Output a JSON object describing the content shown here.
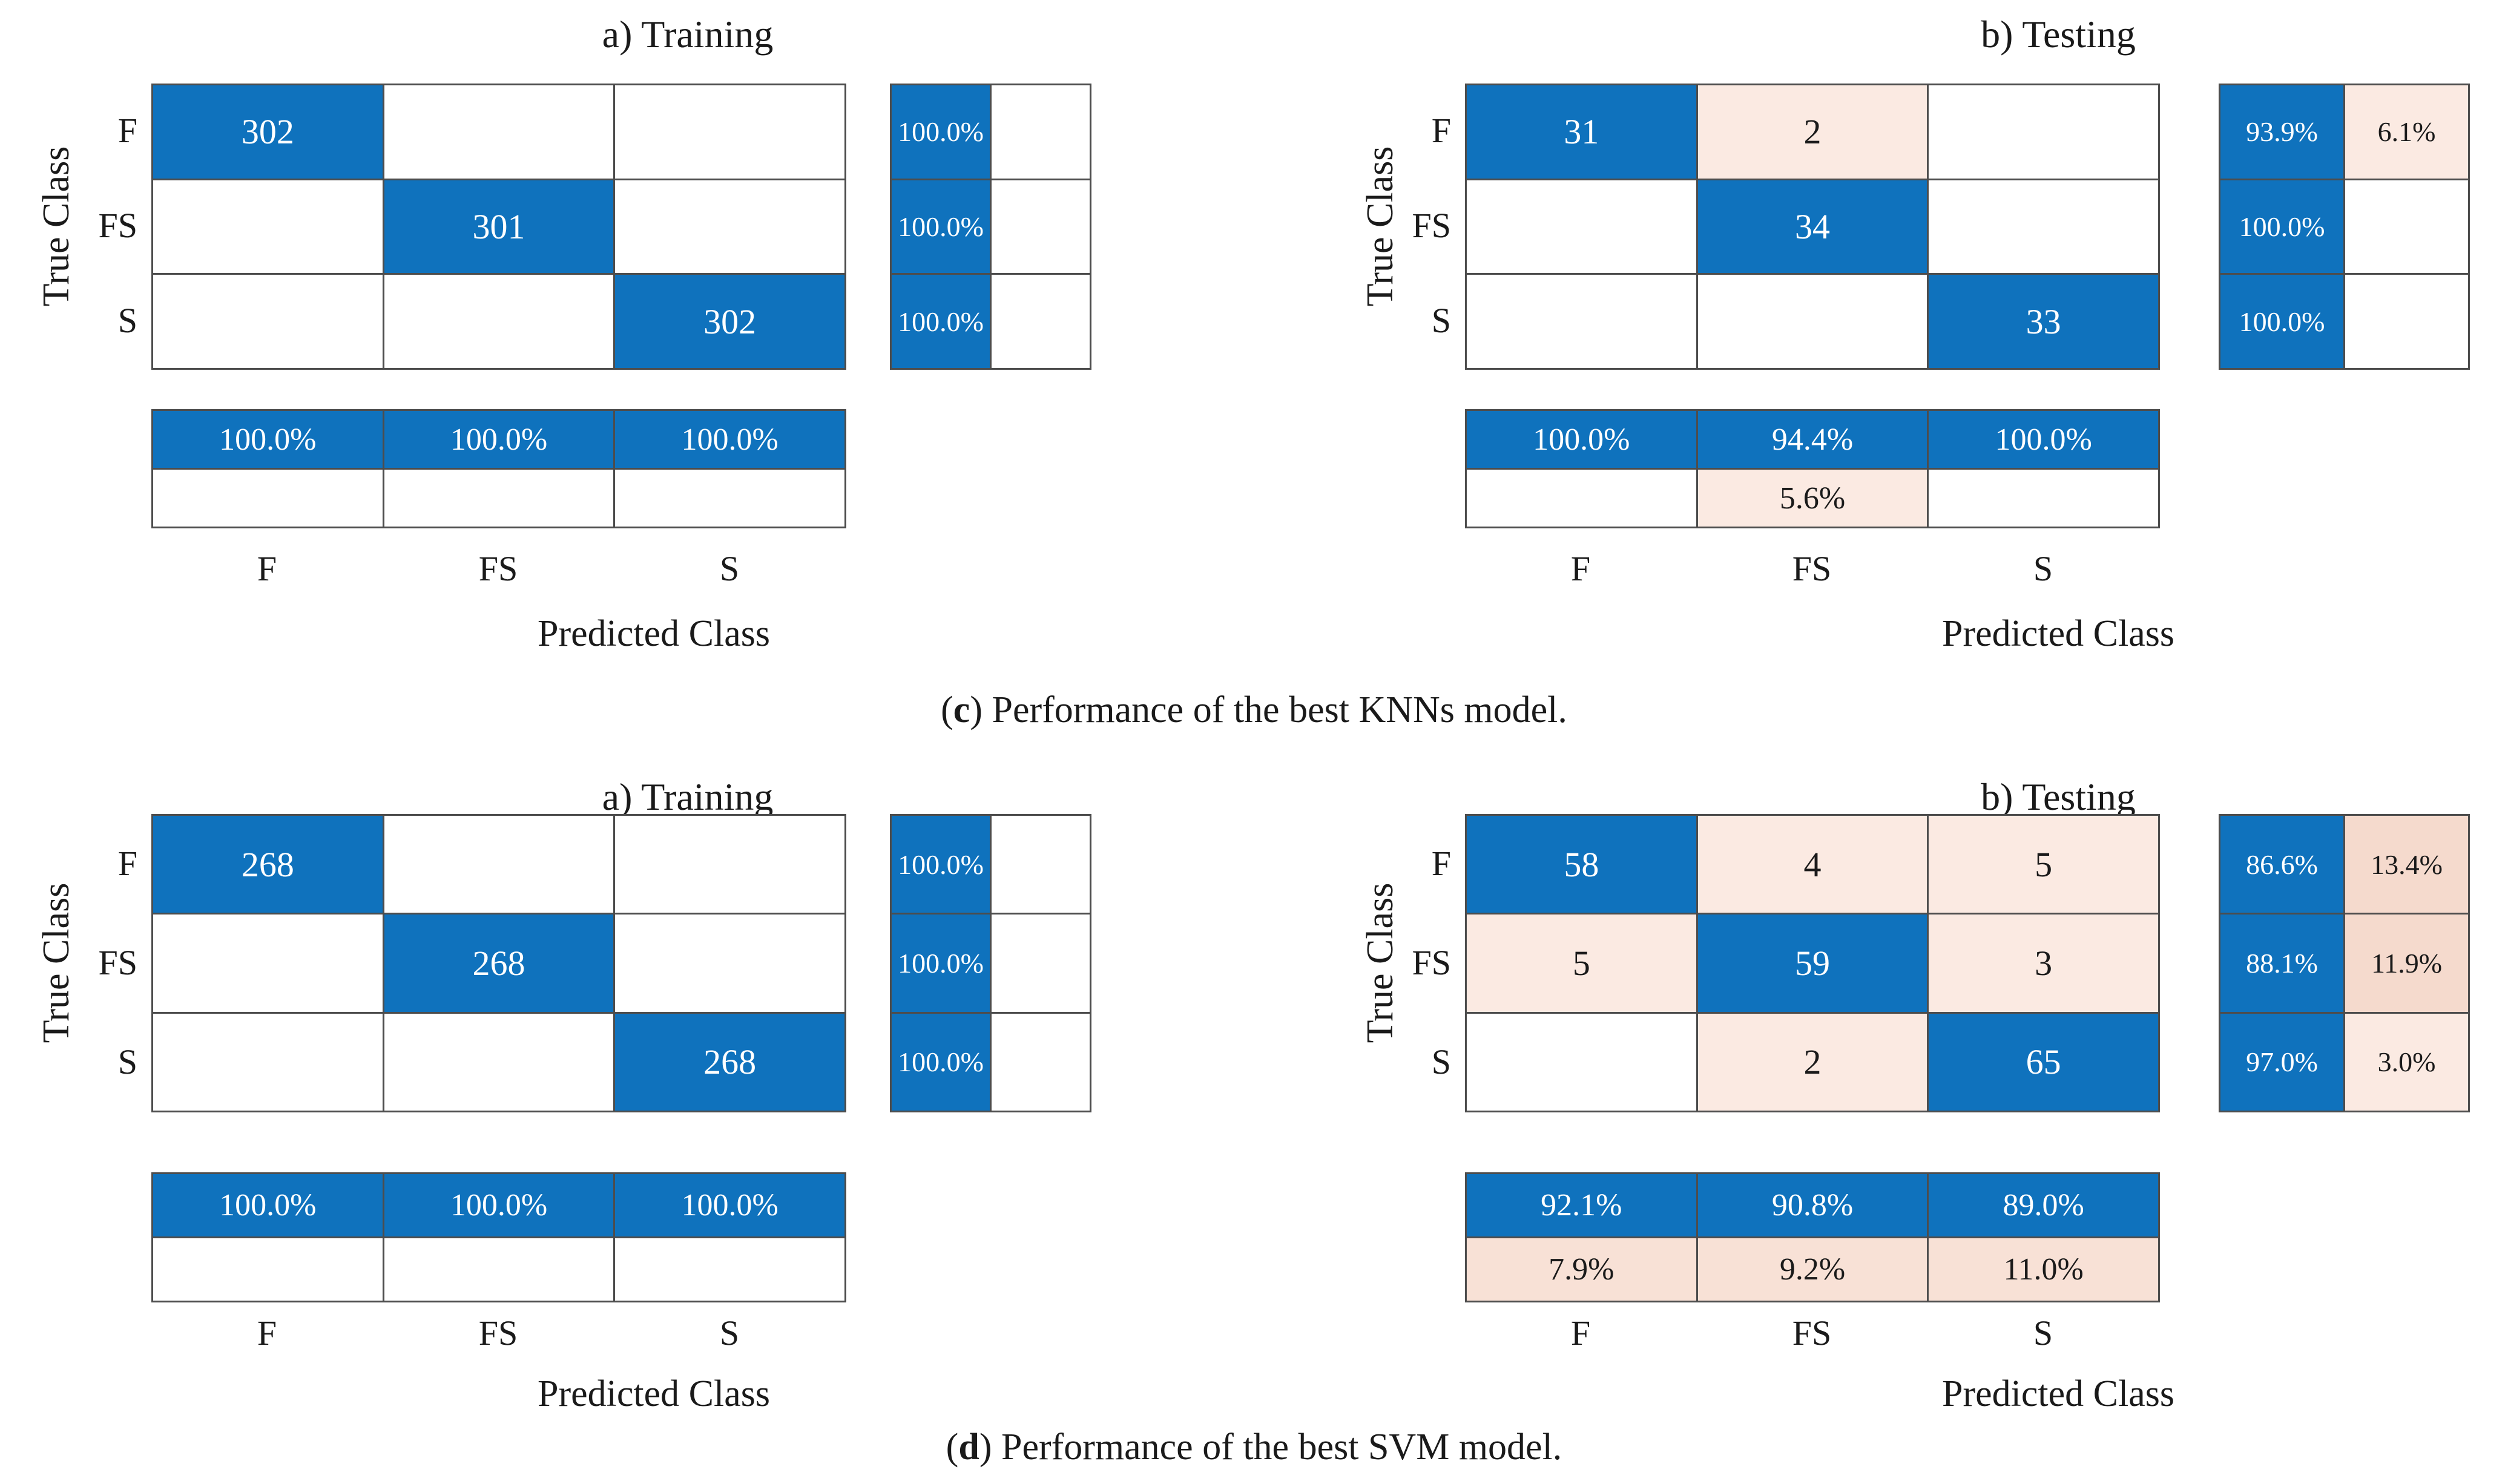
{
  "palette": {
    "blue": "#0F72BD",
    "white": "#FFFFFF",
    "p1": "#FBEAE2",
    "p2": "#F8E1D6",
    "p3": "#F5DACD",
    "border": "#4d4d4d",
    "text_dark": "#1a1a1a",
    "text_light": "#FFFFFF"
  },
  "axis": {
    "true_class": "True Class",
    "predicted_class": "Predicted Class",
    "classes": [
      "F",
      "FS",
      "S"
    ]
  },
  "sections": [
    {
      "caption": {
        "open": "(",
        "letter": "c",
        "close": ") ",
        "text": "Performance of the best KNNs model."
      },
      "training": {
        "title": "a) Training",
        "matrix": [
          [
            {
              "t": "302",
              "bg": "blue"
            },
            {
              "t": "",
              "bg": "white"
            },
            {
              "t": "",
              "bg": "white"
            }
          ],
          [
            {
              "t": "",
              "bg": "white"
            },
            {
              "t": "301",
              "bg": "blue"
            },
            {
              "t": "",
              "bg": "white"
            }
          ],
          [
            {
              "t": "",
              "bg": "white"
            },
            {
              "t": "",
              "bg": "white"
            },
            {
              "t": "302",
              "bg": "blue"
            }
          ]
        ],
        "right_summary": [
          [
            {
              "t": "100.0%",
              "bg": "blue"
            },
            {
              "t": "",
              "bg": "white"
            }
          ],
          [
            {
              "t": "100.0%",
              "bg": "blue"
            },
            {
              "t": "",
              "bg": "white"
            }
          ],
          [
            {
              "t": "100.0%",
              "bg": "blue"
            },
            {
              "t": "",
              "bg": "white"
            }
          ]
        ],
        "bottom_summary": [
          [
            {
              "t": "100.0%",
              "bg": "blue"
            },
            {
              "t": "100.0%",
              "bg": "blue"
            },
            {
              "t": "100.0%",
              "bg": "blue"
            }
          ],
          [
            {
              "t": "",
              "bg": "white"
            },
            {
              "t": "",
              "bg": "white"
            },
            {
              "t": "",
              "bg": "white"
            }
          ]
        ]
      },
      "testing": {
        "title": "b) Testing",
        "matrix": [
          [
            {
              "t": "31",
              "bg": "blue"
            },
            {
              "t": "2",
              "bg": "p1"
            },
            {
              "t": "",
              "bg": "white"
            }
          ],
          [
            {
              "t": "",
              "bg": "white"
            },
            {
              "t": "34",
              "bg": "blue"
            },
            {
              "t": "",
              "bg": "white"
            }
          ],
          [
            {
              "t": "",
              "bg": "white"
            },
            {
              "t": "",
              "bg": "white"
            },
            {
              "t": "33",
              "bg": "blue"
            }
          ]
        ],
        "right_summary": [
          [
            {
              "t": "93.9%",
              "bg": "blue"
            },
            {
              "t": "6.1%",
              "bg": "p1"
            }
          ],
          [
            {
              "t": "100.0%",
              "bg": "blue"
            },
            {
              "t": "",
              "bg": "white"
            }
          ],
          [
            {
              "t": "100.0%",
              "bg": "blue"
            },
            {
              "t": "",
              "bg": "white"
            }
          ]
        ],
        "bottom_summary": [
          [
            {
              "t": "100.0%",
              "bg": "blue"
            },
            {
              "t": "94.4%",
              "bg": "blue"
            },
            {
              "t": "100.0%",
              "bg": "blue"
            }
          ],
          [
            {
              "t": "",
              "bg": "white"
            },
            {
              "t": "5.6%",
              "bg": "p1"
            },
            {
              "t": "",
              "bg": "white"
            }
          ]
        ]
      }
    },
    {
      "caption": {
        "open": "(",
        "letter": "d",
        "close": ") ",
        "text": "Performance of the best SVM model."
      },
      "training": {
        "title": "a) Training",
        "matrix": [
          [
            {
              "t": "268",
              "bg": "blue"
            },
            {
              "t": "",
              "bg": "white"
            },
            {
              "t": "",
              "bg": "white"
            }
          ],
          [
            {
              "t": "",
              "bg": "white"
            },
            {
              "t": "268",
              "bg": "blue"
            },
            {
              "t": "",
              "bg": "white"
            }
          ],
          [
            {
              "t": "",
              "bg": "white"
            },
            {
              "t": "",
              "bg": "white"
            },
            {
              "t": "268",
              "bg": "blue"
            }
          ]
        ],
        "right_summary": [
          [
            {
              "t": "100.0%",
              "bg": "blue"
            },
            {
              "t": "",
              "bg": "white"
            }
          ],
          [
            {
              "t": "100.0%",
              "bg": "blue"
            },
            {
              "t": "",
              "bg": "white"
            }
          ],
          [
            {
              "t": "100.0%",
              "bg": "blue"
            },
            {
              "t": "",
              "bg": "white"
            }
          ]
        ],
        "bottom_summary": [
          [
            {
              "t": "100.0%",
              "bg": "blue"
            },
            {
              "t": "100.0%",
              "bg": "blue"
            },
            {
              "t": "100.0%",
              "bg": "blue"
            }
          ],
          [
            {
              "t": "",
              "bg": "white"
            },
            {
              "t": "",
              "bg": "white"
            },
            {
              "t": "",
              "bg": "white"
            }
          ]
        ]
      },
      "testing": {
        "title": "b) Testing",
        "matrix": [
          [
            {
              "t": "58",
              "bg": "blue"
            },
            {
              "t": "4",
              "bg": "p1"
            },
            {
              "t": "5",
              "bg": "p1"
            }
          ],
          [
            {
              "t": "5",
              "bg": "p1"
            },
            {
              "t": "59",
              "bg": "blue"
            },
            {
              "t": "3",
              "bg": "p1"
            }
          ],
          [
            {
              "t": "",
              "bg": "white"
            },
            {
              "t": "2",
              "bg": "p1"
            },
            {
              "t": "65",
              "bg": "blue"
            }
          ]
        ],
        "right_summary": [
          [
            {
              "t": "86.6%",
              "bg": "blue"
            },
            {
              "t": "13.4%",
              "bg": "p3"
            }
          ],
          [
            {
              "t": "88.1%",
              "bg": "blue"
            },
            {
              "t": "11.9%",
              "bg": "p3"
            }
          ],
          [
            {
              "t": "97.0%",
              "bg": "blue"
            },
            {
              "t": "3.0%",
              "bg": "p1"
            }
          ]
        ],
        "bottom_summary": [
          [
            {
              "t": "92.1%",
              "bg": "blue"
            },
            {
              "t": "90.8%",
              "bg": "blue"
            },
            {
              "t": "89.0%",
              "bg": "blue"
            }
          ],
          [
            {
              "t": "7.9%",
              "bg": "p2"
            },
            {
              "t": "9.2%",
              "bg": "p2"
            },
            {
              "t": "11.0%",
              "bg": "p2"
            }
          ]
        ]
      }
    }
  ],
  "chart_data": [
    {
      "type": "heatmap",
      "title": "(c) Performance of the best KNNs model.",
      "classes": [
        "F",
        "FS",
        "S"
      ],
      "xlabel": "Predicted Class",
      "ylabel": "True Class",
      "training": {
        "title": "a) Training",
        "matrix": [
          [
            302,
            0,
            0
          ],
          [
            0,
            301,
            0
          ],
          [
            0,
            0,
            302
          ]
        ],
        "row_recall_pct": [
          100.0,
          100.0,
          100.0
        ],
        "row_miss_pct": [
          0,
          0,
          0
        ],
        "col_precision_pct": [
          100.0,
          100.0,
          100.0
        ],
        "col_fdr_pct": [
          0,
          0,
          0
        ]
      },
      "testing": {
        "title": "b) Testing",
        "matrix": [
          [
            31,
            2,
            0
          ],
          [
            0,
            34,
            0
          ],
          [
            0,
            0,
            33
          ]
        ],
        "row_recall_pct": [
          93.9,
          100.0,
          100.0
        ],
        "row_miss_pct": [
          6.1,
          0,
          0
        ],
        "col_precision_pct": [
          100.0,
          94.4,
          100.0
        ],
        "col_fdr_pct": [
          0,
          5.6,
          0
        ]
      }
    },
    {
      "type": "heatmap",
      "title": "(d) Performance of the best SVM model.",
      "classes": [
        "F",
        "FS",
        "S"
      ],
      "xlabel": "Predicted Class",
      "ylabel": "True Class",
      "training": {
        "title": "a) Training",
        "matrix": [
          [
            268,
            0,
            0
          ],
          [
            0,
            268,
            0
          ],
          [
            0,
            0,
            268
          ]
        ],
        "row_recall_pct": [
          100.0,
          100.0,
          100.0
        ],
        "row_miss_pct": [
          0,
          0,
          0
        ],
        "col_precision_pct": [
          100.0,
          100.0,
          100.0
        ],
        "col_fdr_pct": [
          0,
          0,
          0
        ]
      },
      "testing": {
        "title": "b) Testing",
        "matrix": [
          [
            58,
            4,
            5
          ],
          [
            5,
            59,
            3
          ],
          [
            0,
            2,
            65
          ]
        ],
        "row_recall_pct": [
          86.6,
          88.1,
          97.0
        ],
        "row_miss_pct": [
          13.4,
          11.9,
          3.0
        ],
        "col_precision_pct": [
          92.1,
          90.8,
          89.0
        ],
        "col_fdr_pct": [
          7.9,
          9.2,
          11.0
        ]
      }
    }
  ]
}
